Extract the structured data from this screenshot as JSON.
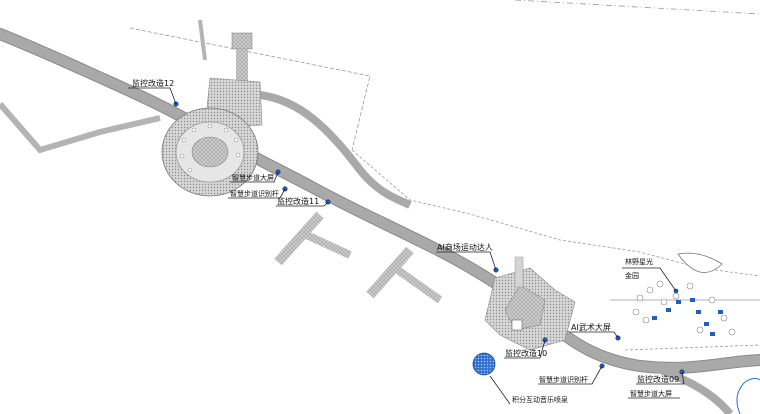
{
  "labels": {
    "monitor_12": "监控改造12",
    "trail_screen_1": "智慧步道大屏",
    "trail_gate_1": "智慧步道识别杆",
    "monitor_11": "监控改造11",
    "ai_runner": "AI商场运动达人",
    "forest_light": "林野星光",
    "gallery": "金园",
    "ai_martial": "AI武术大屏",
    "monitor_10": "监控改造10",
    "trail_gate_2": "智慧步道识别杆",
    "music_fountain": "积分互动音乐喷泉",
    "monitor_09": "监控改造09",
    "trail_screen_2": "智慧步道大屏"
  },
  "colors": {
    "path": "#a9a9a9",
    "path_edge": "#8a8a8a",
    "hatch": "#c8c8c8",
    "marker": "#1e5fbf",
    "fountain": "#2f6fd0",
    "boundary": "#9a9a9a"
  }
}
